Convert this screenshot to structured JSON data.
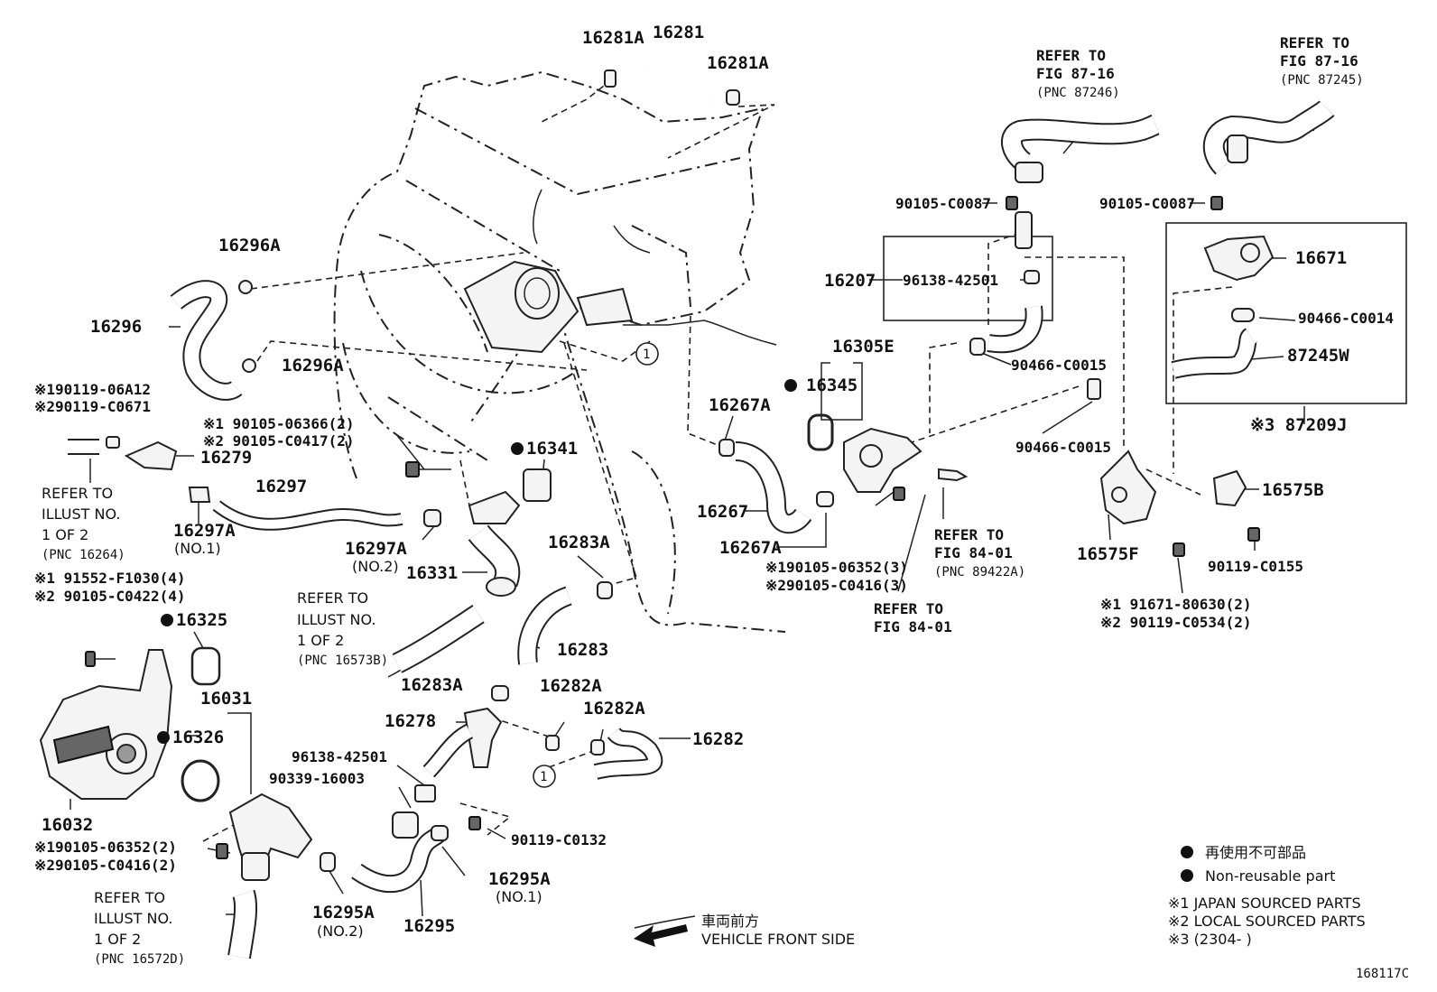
{
  "figure_id": "168117C",
  "callouts": {
    "c16281A_l": "16281A",
    "c16281": "16281",
    "c16281A_r": "16281A",
    "c16296A_t": "16296A",
    "c16296": "16296",
    "c16296A_b": "16296A",
    "c90119_06A12": "※190119-06A12",
    "c90119_C0671": "※290119-C0671",
    "c16279": "16279",
    "c16297": "16297",
    "c16297A_1": "16297A",
    "c16297A_1n": "(NO.1)",
    "c90105_06366": "※1 90105-06366(2)",
    "c90105_C0417": "※2 90105-C0417(2)",
    "c16297A_2": "16297A",
    "c16297A_2n": "(NO.2)",
    "c16331": "16331",
    "c16341": "16341",
    "c16283A_t": "16283A",
    "c16283": "16283",
    "c16283A_b": "16283A",
    "c91552": "※1 91552-F1030(4)",
    "c90105_C0422": "※2 90105-C0422(4)",
    "c16325": "16325",
    "c16031": "16031",
    "c16326": "16326",
    "c16032": "16032",
    "c90105_06352_b": "※190105-06352(2)",
    "c90105_C0416_b": "※290105-C0416(2)",
    "c16278": "16278",
    "c96138_b": "96138-42501",
    "c90339": "90339-16003",
    "c90119_C0132": "90119-C0132",
    "c16282A_t": "16282A",
    "c16282A_b": "16282A",
    "c16282": "16282",
    "c16295A_1": "16295A",
    "c16295A_1n": "(NO.1)",
    "c16295A_2": "16295A",
    "c16295A_2n": "(NO.2)",
    "c16295": "16295",
    "c16267A_t": "16267A",
    "c16267": "16267",
    "c16267A_b": "16267A",
    "c16345": "16345",
    "c16305E": "16305E",
    "c90105_06352_m": "※190105-06352(3)",
    "c90105_C0416_m": "※290105-C0416(3)",
    "c16207": "16207",
    "c96138_t": "96138-42501",
    "c90105_C0087_l": "90105-C0087",
    "c90466_C0015_a": "90466-C0015",
    "c90466_C0015_b": "90466-C0015",
    "c90105_C0087_r": "90105-C0087",
    "c16671": "16671",
    "c90466_C0014": "90466-C0014",
    "c87245W": "87245W",
    "c87209J": "※3 87209J",
    "c16575B": "16575B",
    "c16575F": "16575F",
    "c90119_C0155": "90119-C0155",
    "c91671": "※1 91671-80630(2)",
    "c90119_C0534": "※2 90119-C0534(2)"
  },
  "refs": {
    "r1_a": "REFER TO",
    "r1_b": "FIG 87-16",
    "r1_c": "(PNC 87246)",
    "r2_a": "REFER TO",
    "r2_b": "FIG 87-16",
    "r2_c": "(PNC 87245)",
    "r3_a": "REFER TO",
    "r3_b": "ILLUST NO.",
    "r3_c": "1 OF 2",
    "r3_d": "(PNC 16264)",
    "r4_a": "REFER TO",
    "r4_b": "ILLUST NO.",
    "r4_c": "1 OF 2",
    "r4_d": "(PNC 16573B)",
    "r5_a": "REFER TO",
    "r5_b": "ILLUST NO.",
    "r5_c": "1 OF 2",
    "r5_d": "(PNC 16572D)",
    "r6_a": "REFER TO",
    "r6_b": "FIG 84-01",
    "r6_c": "(PNC 89422A)",
    "r7_a": "REFER TO",
    "r7_b": "FIG 84-01"
  },
  "markers": {
    "circle_1": "1"
  },
  "front": {
    "jp": "車両前方",
    "en": "VEHICLE FRONT SIDE"
  },
  "legend": {
    "jp": "再使用不可部品",
    "en": "Non-reusable part",
    "n1": "※1  JAPAN SOURCED PARTS",
    "n2": "※2  LOCAL SOURCED PARTS",
    "n3": "※3 (2304-       )"
  }
}
